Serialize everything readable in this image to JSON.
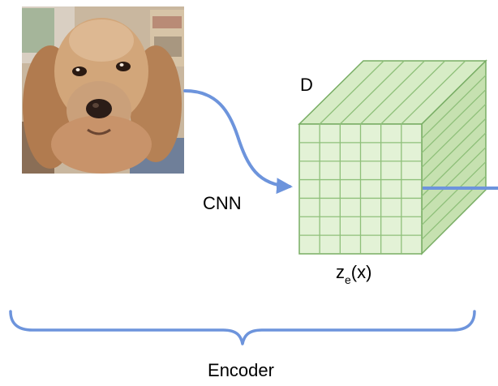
{
  "image_subject": "dog-photo",
  "labels": {
    "cnn": "CNN",
    "depth": "D",
    "output_main": "z",
    "output_sub": "e",
    "output_arg": "(x)",
    "encoder": "Encoder"
  },
  "grid": {
    "front_rows": 7,
    "front_cols": 6
  },
  "colors": {
    "arrow": "#6d94dc",
    "cube_face": "#e3f2d6",
    "cube_top": "#d7ecc6",
    "cube_side": "#c6e1b0",
    "grid_line": "#8fc07a",
    "edge": "#78ad64",
    "brace": "#6d94dc"
  }
}
